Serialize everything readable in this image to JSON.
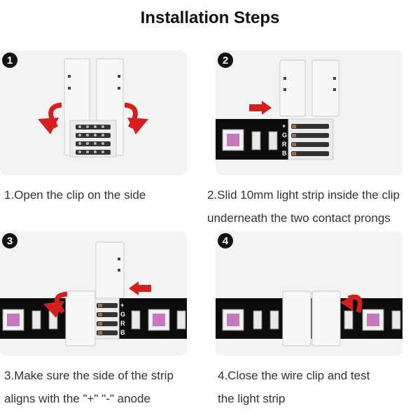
{
  "title": "Installation Steps",
  "steps": [
    {
      "number": "1",
      "line1": "1.Open the clip on the side",
      "line2": ""
    },
    {
      "number": "2",
      "line1": "2.Slid 10mm light strip inside the clip",
      "line2": "underneath the two contact prongs"
    },
    {
      "number": "3",
      "line1": "3.Make sure the side of the strip",
      "line2": "aligns with the \"+\" \"-\" anode"
    },
    {
      "number": "4",
      "line1": "4.Close the wire clip and test",
      "line2": "the light strip"
    }
  ],
  "strip_labels": [
    "+",
    "G",
    "R",
    "B"
  ],
  "colors": {
    "arrow": "#d51f1f",
    "clip": "#f7f7f7",
    "strip": "#0c0c0c",
    "panel_bg": "#f3f3f3",
    "led_face": "#c678bd"
  },
  "icons": [
    "rotate-arrow-icon",
    "push-arrow-icon"
  ]
}
